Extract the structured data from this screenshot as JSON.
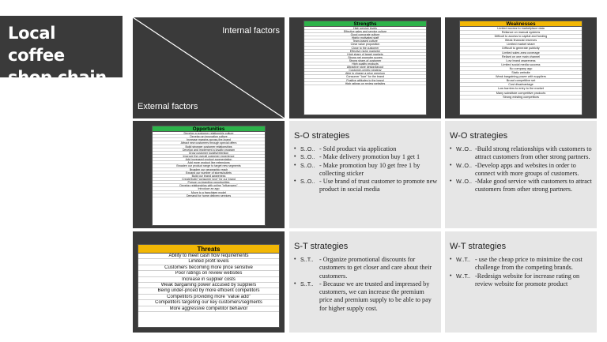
{
  "title": {
    "line1": "Local coffee",
    "line2": "shop chain"
  },
  "factors": {
    "internal": "Internal factors",
    "external": "External factors"
  },
  "strengths": {
    "title": "Strengths",
    "items": [
      "High service levels",
      "Effective sales and service culture",
      "Good corporate culture",
      "Highly motivated staff",
      "Team-based culture",
      "Clear value proposition",
      "Close to the customer",
      "Effective niche marketer",
      "High share of target markets",
      "Strong net promoter scores",
      "Strong share-of-customer",
      "High quality products",
      "Attractive store design/layout",
      "Customer-centric strategy",
      "Able to charge a price premium",
      "Consumer \"love\" for the brand",
      "Positive attitudes to the brand",
      "High ratings on review websites"
    ]
  },
  "weaknesses": {
    "title": "Weaknesses",
    "items": [
      "Limited access to marketplace data",
      "Reliance on manual systems",
      "Difficult to access to capital and funding",
      "Weak financial reserves",
      "Limited market share",
      "Difficult to generate publicity",
      "Limited sales area coverage",
      "Reliant on one main channel",
      "Low brand awareness",
      "Limited social media success",
      "No company app",
      "Static website",
      "Weak bargaining power with suppliers",
      "Broad competitive set",
      "Cost disadvantage",
      "Low barriers to entry to the market",
      "Many substitute competitive products",
      "Strong existing competitors"
    ]
  },
  "opportunities": {
    "title": "Opportunities",
    "items": [
      "Develop a customer relationship culture",
      "Develop an innovation culture",
      "Increase margins across-the-board",
      "Attract new customers through special offers",
      "Build stronger customer relationships",
      "Develop and implement a loyalty program",
      "Grow customer loyalty/retention",
      "Improve the overall customer experience",
      "Add increased product augmentation",
      "Add more product line extensions",
      "Broaden our product range to target new segments",
      "Broaden our geographic reach",
      "Expand our number of stores/outlets",
      "Build our brand awareness",
      "Create/build \"consumer love\" for our brand",
      "Pursue co-branding opportunities",
      "Develop relationships with online \"influencers\"",
      "Introduce an app",
      "Move to a franchisee model",
      "Demand for home delivery services"
    ]
  },
  "threats": {
    "title": "Threats",
    "items": [
      "Ability to meet cash flow requirements",
      "Limited profit levels",
      "Customers becoming more price sensitive",
      "Poor ratings on review websites",
      "Increase in supplier costs",
      "Weak bargaining power accused by suppliers",
      "Being under-priced by more efficient competitors",
      "Competitors providing more \"value add\"",
      "Competitors targeting our key customers/segments",
      "More aggressive competitor behavior"
    ]
  },
  "so": {
    "title": "S-O strategies",
    "items": [
      {
        "bullet": "•",
        "tag": "S..O..",
        "text": "- Sold product via application"
      },
      {
        "bullet": "•",
        "tag": "S..O..",
        "text": "- Make delivery promotion buy 1 get 1"
      },
      {
        "bullet": "•",
        "tag": "S..O..",
        "text": "- Make promotion buy 10 get free 1 by collecting sticker"
      },
      {
        "bullet": "•",
        "tag": "S..O..",
        "text": "- Use brand of trust customer to promote new product in social media"
      }
    ]
  },
  "wo": {
    "title": "W-O strategies",
    "items": [
      {
        "bullet": "•",
        "tag": "W..O..",
        "text": "-Build strong relationships with customers to attract customers from other strong partners."
      },
      {
        "bullet": "•",
        "tag": "W..O..",
        "text": "-Develop apps and websites in order to connect with more groups of customers."
      },
      {
        "bullet": "•",
        "tag": "W..O..",
        "text": "-Make good service with customers to attract customers from other strong partners."
      }
    ]
  },
  "st": {
    "title": "S-T strategies",
    "items": [
      {
        "bullet": "•",
        "tag": "S..T..",
        "text": "- Organize promotional discounts for customers to get closer and care about their customers."
      },
      {
        "bullet": "•",
        "tag": "S..T..",
        "text": "- Because we are trusted and impressed by customers, we can increase the premium price and premium supply to be able to pay for higher supply cost."
      }
    ]
  },
  "wt": {
    "title": "W-T strategies",
    "items": [
      {
        "bullet": "•",
        "tag": "W..T..",
        "text": "- use the cheap price to minimize the cost challenge from the competing brands."
      },
      {
        "bullet": "•",
        "tag": "W..T..",
        "text": "-Redesign website for increase rating on review website for promote product"
      }
    ]
  }
}
